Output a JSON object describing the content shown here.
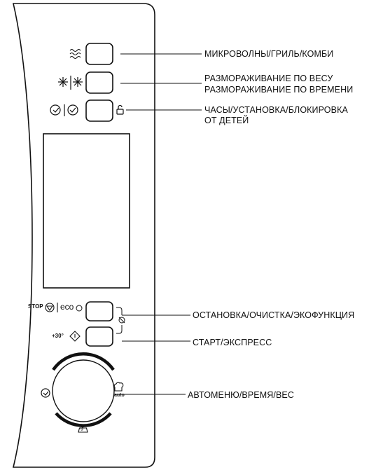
{
  "callouts": {
    "mode": "МИКРОВОЛНЫ/ГРИЛЬ/КОМБИ",
    "defrost_weight": "РАЗМОРАЖИВАНИЕ ПО ВЕСУ",
    "defrost_time": "РАЗМОРАЖИВАНИЕ ПО ВРЕМЕНИ",
    "clock_line1": "ЧАСЫ/УСТАНОВКА/БЛОКИРОВКА",
    "clock_line2": "ОТ ДЕТЕЙ",
    "stop": "ОСТАНОВКА/ОЧИСТКА/ЭКОФУНКЦИЯ",
    "start": "СТАРТ/ЭКСПРЕСС",
    "dial": "АВТОМЕНЮ/ВРЕМЯ/ВЕС"
  },
  "panel_text": {
    "stop_label": "STOP",
    "eco_label": "eco",
    "plus30_label": "+30°",
    "auto_label": "auto",
    "weight_label": "g"
  },
  "colors": {
    "line": "#111111",
    "background": "#ffffff"
  },
  "icons": [
    "waves-icon",
    "defrost-weight-icon",
    "defrost-time-icon",
    "clock-icon",
    "clock-check-icon",
    "padlock-icon",
    "stop-icon",
    "eco-icon",
    "start-icon",
    "no-water-icon",
    "clock-dial-icon",
    "chef-hat-icon",
    "weight-icon"
  ]
}
